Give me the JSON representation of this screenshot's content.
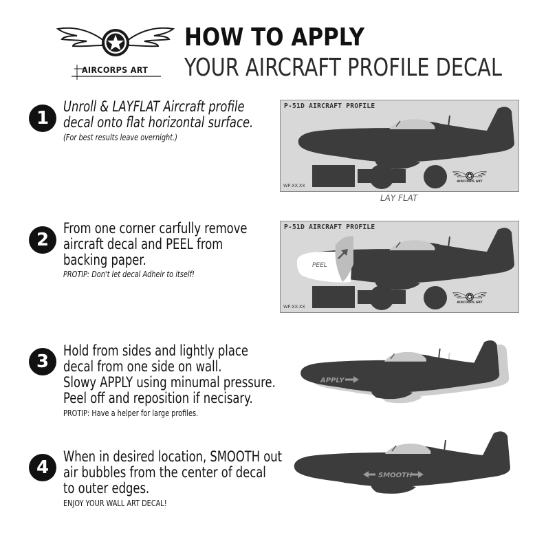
{
  "header": {
    "logo_text": "AIRCORPS ART",
    "title_line1": "HOW TO APPLY",
    "title_line2": "YOUR AIRCRAFT PROFILE DECAL"
  },
  "steps": [
    {
      "number": "1",
      "lines": [
        "Unroll & LAYFLAT Aircraft profile",
        "decal onto flat horizontal surface."
      ],
      "note": "(For best results leave overnight.)"
    },
    {
      "number": "2",
      "lines": [
        "From one corner carfully remove",
        "aircraft decal and PEEL from",
        "backing paper."
      ],
      "note": "PROTIP: Don't let decal Adheir to itself!"
    },
    {
      "number": "3",
      "lines": [
        "Hold from sides and lightly place",
        "decal from one side on wall.",
        "Slowy APPLY using minumal pressure.",
        "Peel off and reposition if necisary."
      ],
      "note": "PROTIP: Have a helper for large profiles."
    },
    {
      "number": "4",
      "lines": [
        "When in desired location, SMOOTH out",
        "air bubbles from the center of decal",
        "to outer edges."
      ],
      "note": "ENJOY YOUR WALL ART DECAL!"
    }
  ],
  "panels": [
    {
      "title": "P-51D AIRCRAFT PROFILE",
      "code": "WP-XX-XX",
      "logo_text": "AIRCORPS ART",
      "caption": "LAY FLAT"
    },
    {
      "title": "P-51D AIRCRAFT PROFILE",
      "code": "WP-XX-XX",
      "logo_text": "AIRCORPS ART",
      "peel_label": "PEEL"
    }
  ],
  "illustrations": {
    "apply_label": "APPLY",
    "smooth_label": "SMOOTH"
  },
  "colors": {
    "ink": "#111111",
    "aircraft": "#3c3c3c",
    "panel_bg": "#d8d8d8",
    "canopy": "#c9c9c9"
  }
}
